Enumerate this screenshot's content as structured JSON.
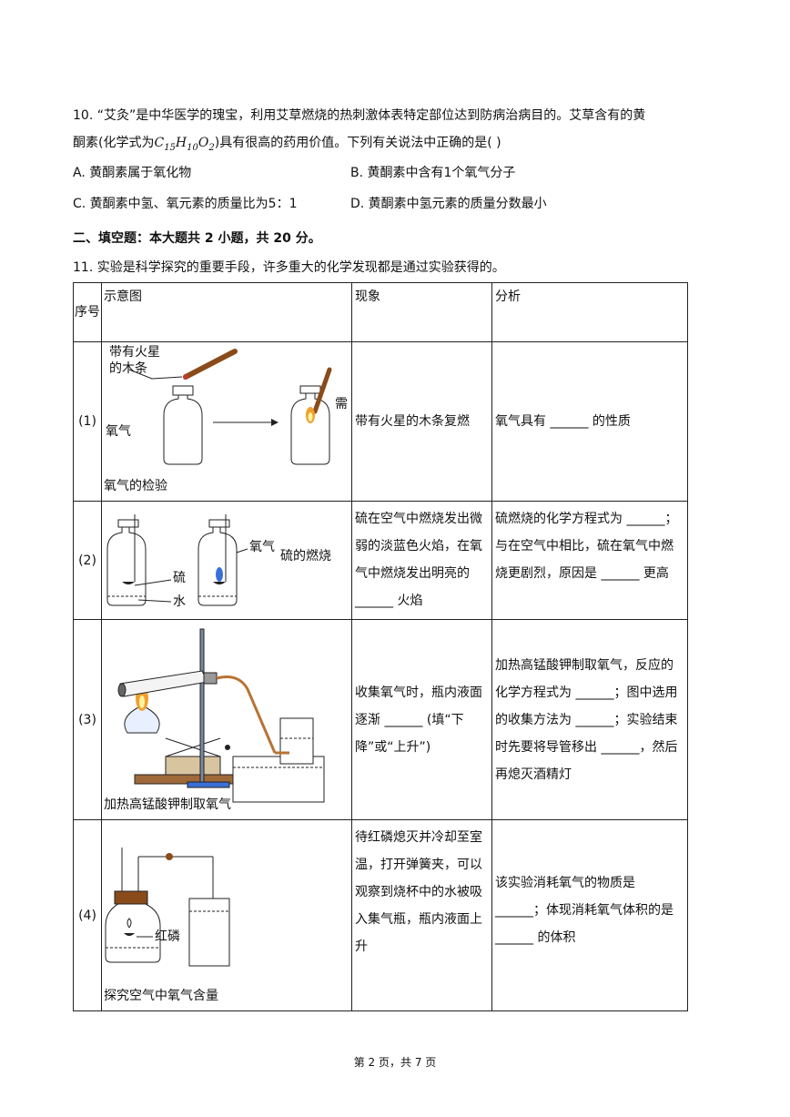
{
  "q10": {
    "line1": "10. “艾灸”是中华医学的瑰宝，利用艾草燃烧的热刺激体表特定部位达到防病治病目的。艾草含有的黄",
    "line2_pre": "酮素(化学式为",
    "formula": {
      "c": "C",
      "c_sub": "15",
      "h": "H",
      "h_sub": "10",
      "o": "O",
      "o_sub": "2"
    },
    "line2_post": ")具有很高的药用价值。下列有关说法中正确的是(    )",
    "options": {
      "a": "A. 黄酮素属于氧化物",
      "b": "B. 黄酮素中含有1个氧气分子",
      "c": "C. 黄酮素中氢、氧元素的质量比为5：1",
      "d": "D. 黄酮素中氢元素的质量分数最小"
    }
  },
  "section2": "二、填空题：本大题共 2 小题，共 20 分。",
  "q11": {
    "stem": "11. 实验是科学探究的重要手段，许多重大的化学发现都是通过实验获得的。",
    "headers": {
      "no": "序号",
      "diagram": "示意图",
      "phenomenon": "现象",
      "analysis": "分析"
    },
    "rows": [
      {
        "no": "(1)",
        "labels": {
          "splint": "带有火星的木条",
          "oxygen": "氧气",
          "relight": "需",
          "caption": "氧气的检验"
        },
        "phenomenon": "带有火星的木条复燃",
        "analysis": "氧气具有 ______ 的性质"
      },
      {
        "no": "(2)",
        "labels": {
          "sulfur": "硫",
          "water": "水",
          "oxygen": "氧气",
          "caption": "硫的燃烧"
        },
        "phenomenon": "硫在空气中燃烧发出微弱的淡蓝色火焰，在氧气中燃烧发出明亮的 ______ 火焰",
        "analysis": "硫燃烧的化学方程式为 ______；与在空气中相比，硫在氧气中燃烧更剧烈，原因是 ______ 更高"
      },
      {
        "no": "(3)",
        "labels": {
          "caption": "加热高锰酸钾制取氧气"
        },
        "phenomenon": "收集氧气时，瓶内液面逐渐 ______ (填“下降”或“上升”)",
        "analysis": "加热高锰酸钾制取氧气，反应的化学方程式为 ______；图中选用的收集方法为 ______；实验结束时先要将导管移出 ______，然后再熄灭酒精灯"
      },
      {
        "no": "(4)",
        "labels": {
          "phosphorus": "红磷",
          "caption": "探究空气中氧气含量"
        },
        "phenomenon": "待红磷熄灭并冷却至室温，打开弹簧夹，可以观察到烧杯中的水被吸入集气瓶，瓶内液面上升",
        "analysis": "该实验消耗氧气的物质是 ______；体现消耗氧气体积的是 ______ 的体积"
      }
    ]
  },
  "footer": "第 2 页，共 7 页"
}
